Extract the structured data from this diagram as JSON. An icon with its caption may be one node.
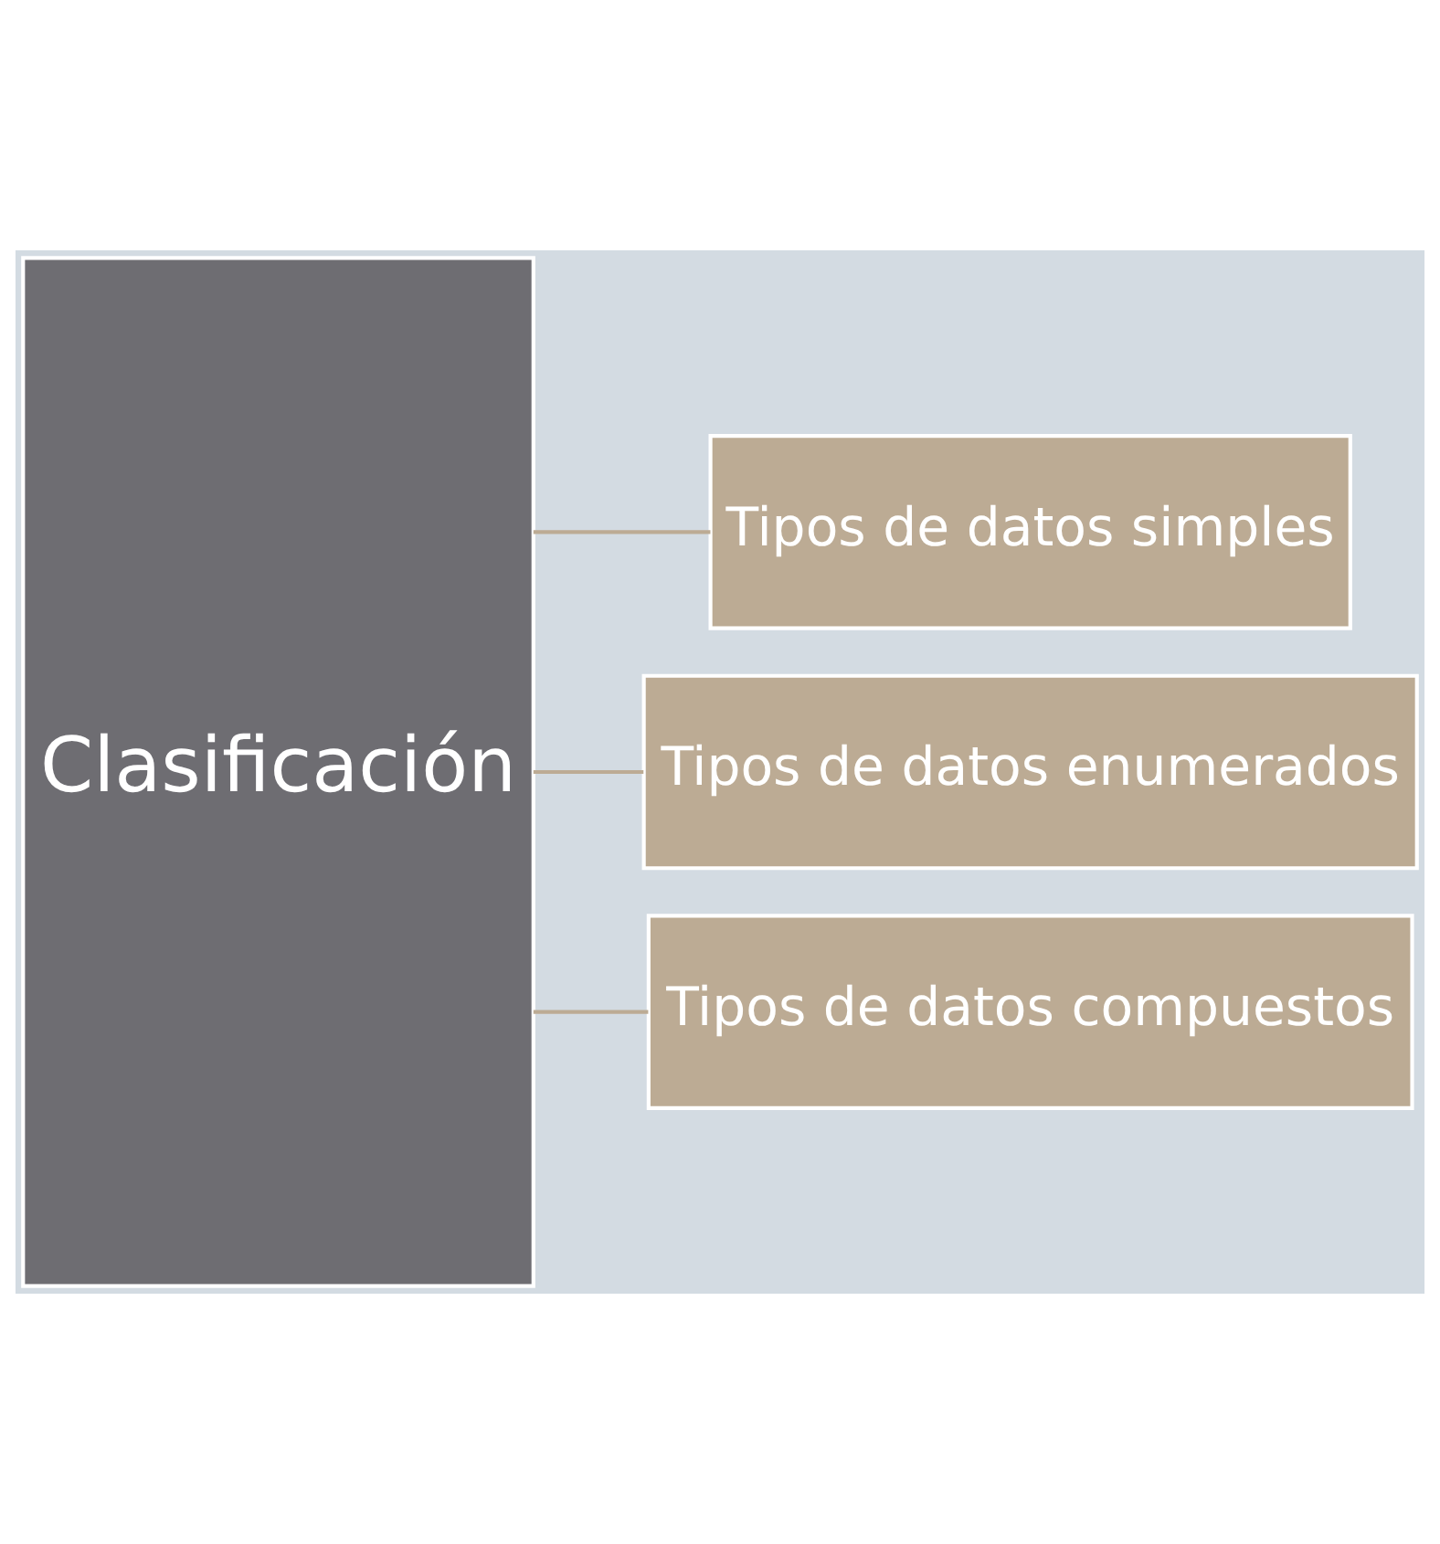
{
  "diagram": {
    "nodes": [
      {
        "text": [
          "Clasificación"
        ]
      },
      {
        "text": [
          "Tipos de datos simples"
        ]
      },
      {
        "text": [
          "Tipos de datos enumerados"
        ]
      },
      {
        "text": [
          "Tipos de datos compuestos"
        ]
      }
    ],
    "edges": [
      {
        "from": 0,
        "to": 1,
        "arrow": "none"
      },
      {
        "from": 0,
        "to": 2,
        "arrow": "none"
      },
      {
        "from": 0,
        "to": 3,
        "arrow": "none"
      }
    ]
  }
}
